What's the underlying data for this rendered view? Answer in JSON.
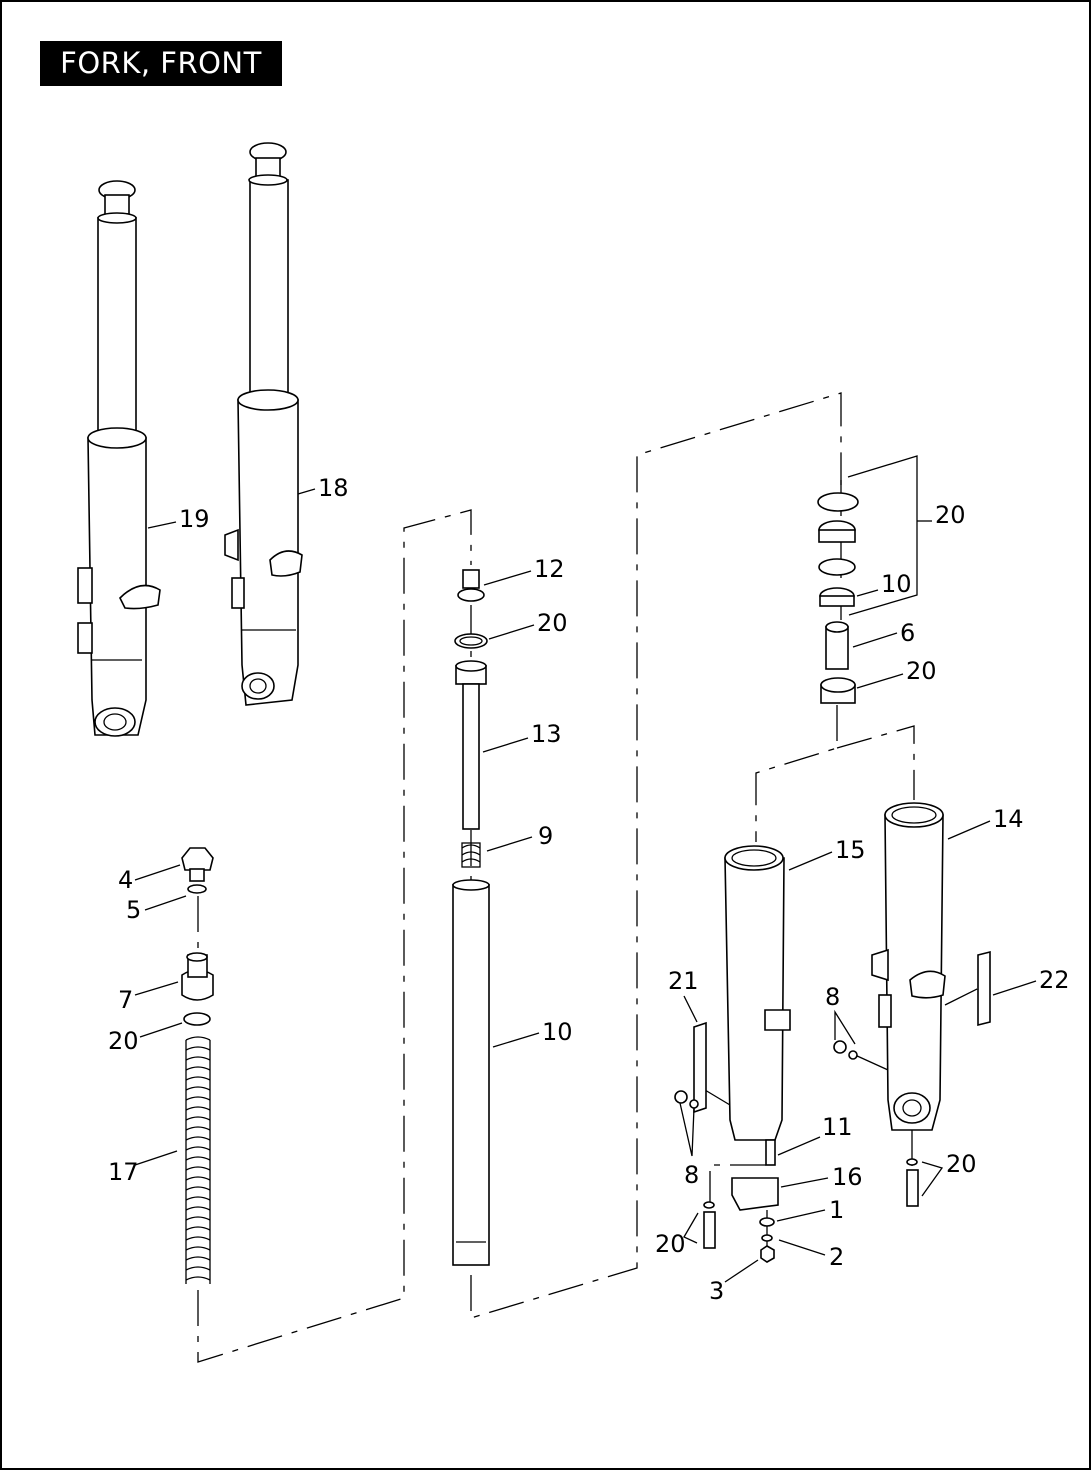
{
  "diagram": {
    "title": "FORK, FRONT",
    "callouts": {
      "c19": "19",
      "c18": "18",
      "c12": "12",
      "c20a": "20",
      "c13": "13",
      "c9": "9",
      "c10a": "10",
      "c4": "4",
      "c5": "5",
      "c7": "7",
      "c20b": "20",
      "c17": "17",
      "c20c": "20",
      "c10b": "10",
      "c6": "6",
      "c20d": "20",
      "c14": "14",
      "c15": "15",
      "c21": "21",
      "c8a": "8",
      "c22": "22",
      "c8b": "8",
      "c11": "11",
      "c16": "16",
      "c20e": "20",
      "c1": "1",
      "c20f": "20",
      "c2": "2",
      "c3": "3"
    }
  }
}
